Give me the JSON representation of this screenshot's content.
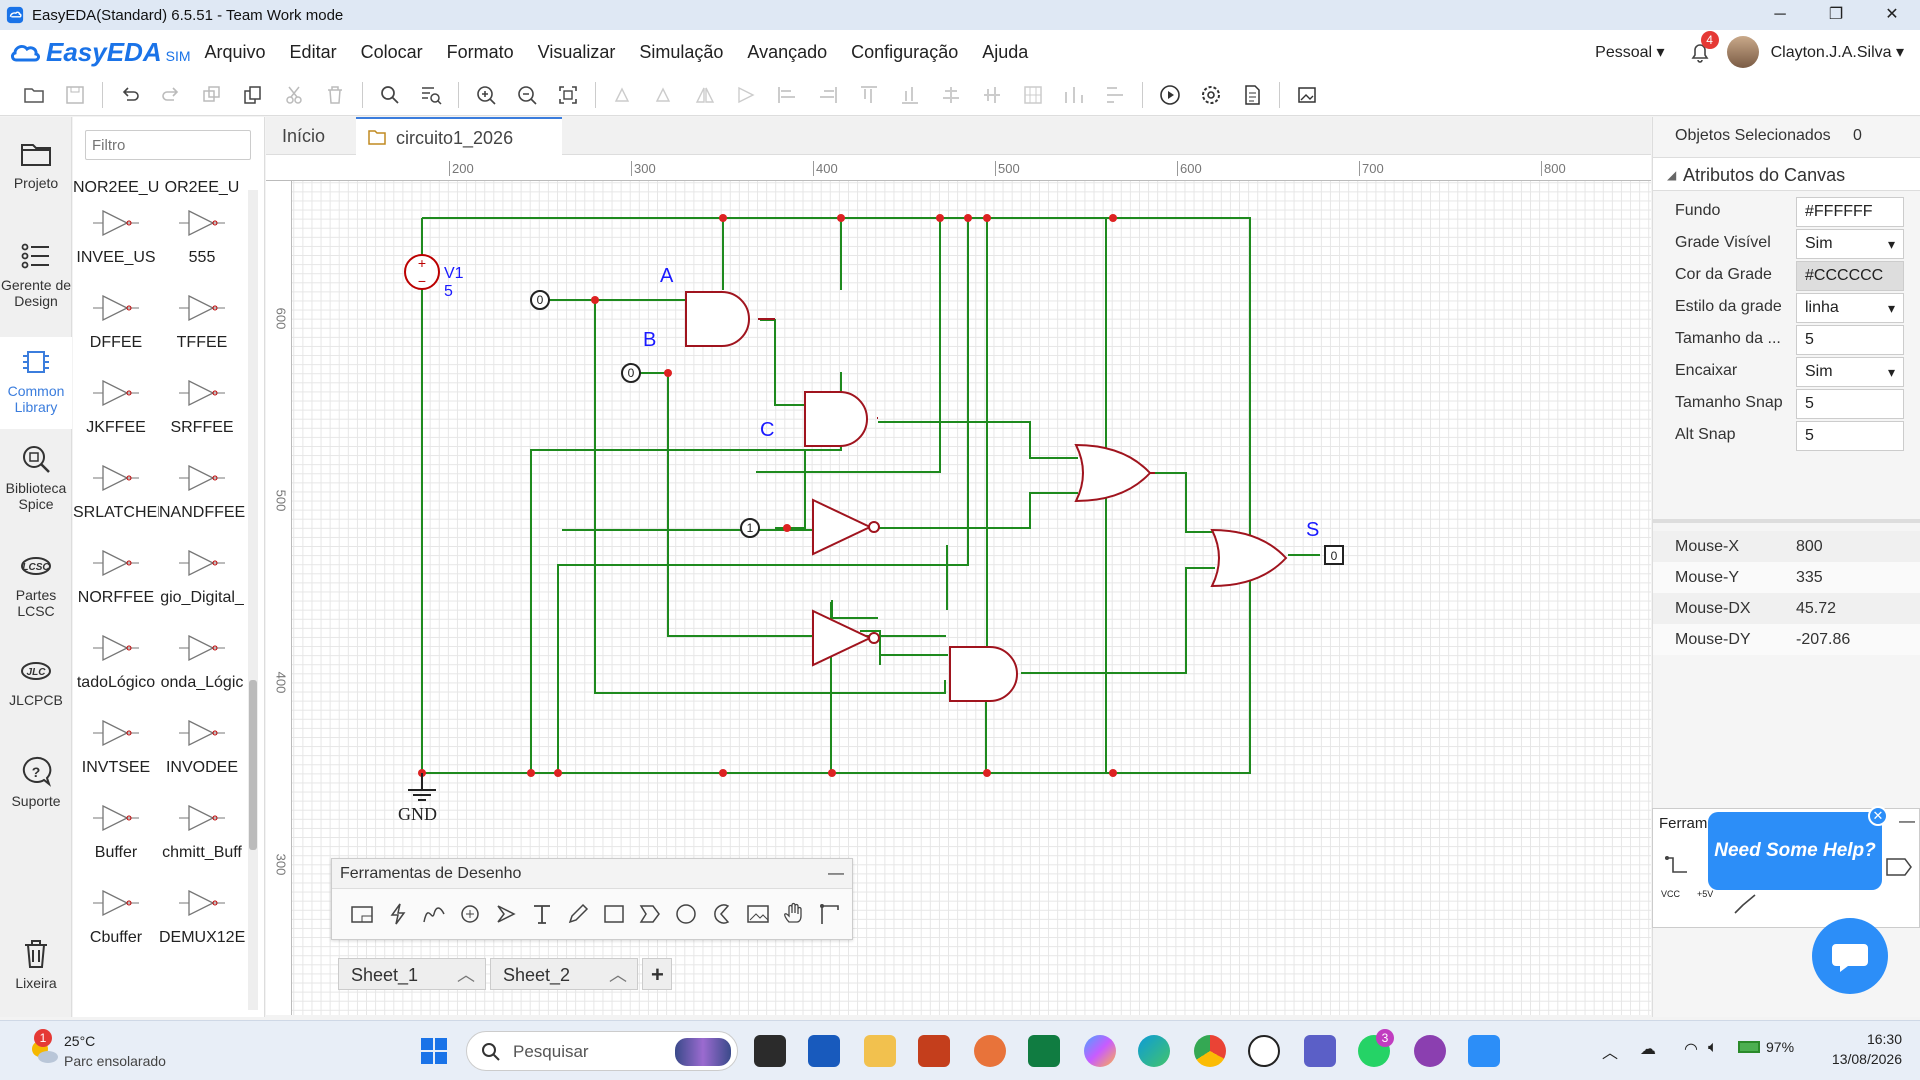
{
  "window": {
    "title": "EasyEDA(Standard) 6.5.51 - Team Work mode",
    "minimize": "─",
    "maximize": "❐",
    "close": "✕"
  },
  "logo": {
    "brand": "EasyEDA",
    "sim": "SIM"
  },
  "menu": [
    "Arquivo",
    "Editar",
    "Colocar",
    "Formato",
    "Visualizar",
    "Simulação",
    "Avançado",
    "Configuração",
    "Ajuda"
  ],
  "user": {
    "workspace": "Pessoal ▾",
    "notifications": "4",
    "name": "Clayton.J.A.Silva ▾"
  },
  "leftnav": [
    {
      "label": "Projeto",
      "icon": "folder-icon"
    },
    {
      "label": "Gerente de Design",
      "icon": "list-icon"
    },
    {
      "label": "Common Library",
      "icon": "chip-icon"
    },
    {
      "label": "Biblioteca Spice",
      "icon": "magnifier-chip-icon"
    },
    {
      "label": "Partes LCSC",
      "icon": "lcsc-icon"
    },
    {
      "label": "JLCPCB",
      "icon": "jlc-icon"
    },
    {
      "label": "Suporte",
      "icon": "help-icon"
    },
    {
      "label": "Lixeira",
      "icon": "trash-icon"
    }
  ],
  "library": {
    "filter_placeholder": "Filtro",
    "items": [
      "NOR2EE_U",
      "OR2EE_U",
      "INVEE_US",
      "555",
      "DFFEE",
      "TFFEE",
      "JKFFEE",
      "SRFFEE",
      "SRLATCHER",
      "NANDFFEE",
      "NORFFEE",
      "gio_Digital_",
      "tadoLógico",
      "onda_Lógic",
      "INVTSEE",
      "INVODEE",
      "Buffer",
      "chmitt_Buff",
      "Cbuffer",
      "DEMUX12E"
    ]
  },
  "tabs": {
    "home": "Início",
    "file": "circuito1_2026"
  },
  "ruler": {
    "top": [
      "200",
      "300",
      "400",
      "500",
      "600",
      "700",
      "800"
    ],
    "left": [
      "600",
      "500",
      "400",
      "300"
    ]
  },
  "schematic": {
    "v1_name": "V1",
    "v1_value": "5",
    "gnd": "GND",
    "in_a": "A",
    "in_b": "B",
    "in_c": "C",
    "out_s": "S",
    "probe_a": "0",
    "probe_b": "0",
    "probe_c": "1",
    "probe_s": "0"
  },
  "rightpanel": {
    "selected_label": "Objetos Selecionados",
    "selected_count": "0",
    "section": "Atributos do Canvas",
    "props": [
      {
        "label": "Fundo",
        "value": "#FFFFFF",
        "kind": "input"
      },
      {
        "label": "Grade Visível",
        "value": "Sim",
        "kind": "select"
      },
      {
        "label": "Cor da Grade",
        "value": "#CCCCCC",
        "kind": "gray"
      },
      {
        "label": "Estilo da grade",
        "value": "linha",
        "kind": "select"
      },
      {
        "label": "Tamanho da ...",
        "value": "5",
        "kind": "input"
      },
      {
        "label": "Encaixar",
        "value": "Sim",
        "kind": "select"
      },
      {
        "label": "Tamanho Snap",
        "value": "5",
        "kind": "input"
      },
      {
        "label": "Alt Snap",
        "value": "5",
        "kind": "input"
      }
    ],
    "mouse": [
      {
        "label": "Mouse-X",
        "value": "800"
      },
      {
        "label": "Mouse-Y",
        "value": "335"
      },
      {
        "label": "Mouse-DX",
        "value": "45.72"
      },
      {
        "label": "Mouse-DY",
        "value": "-207.86"
      }
    ]
  },
  "drawtools": {
    "title": "Ferramentas de Desenho",
    "minimize": "—"
  },
  "sheets": [
    "Sheet_1",
    "Sheet_2"
  ],
  "sheet_add": "+",
  "ferram": {
    "title": "Ferram",
    "vcc": "VCC",
    "p5v": "+5V"
  },
  "help": {
    "text": "Need Some Help?",
    "close": "✕"
  },
  "taskbar": {
    "weather_temp": "25°C",
    "weather_desc": "Parc ensolarado",
    "weather_badge": "1",
    "search_placeholder": "Pesquisar",
    "battery": "97%",
    "time": "16:30",
    "date": "13/08/2026",
    "teams_badge": "3"
  }
}
